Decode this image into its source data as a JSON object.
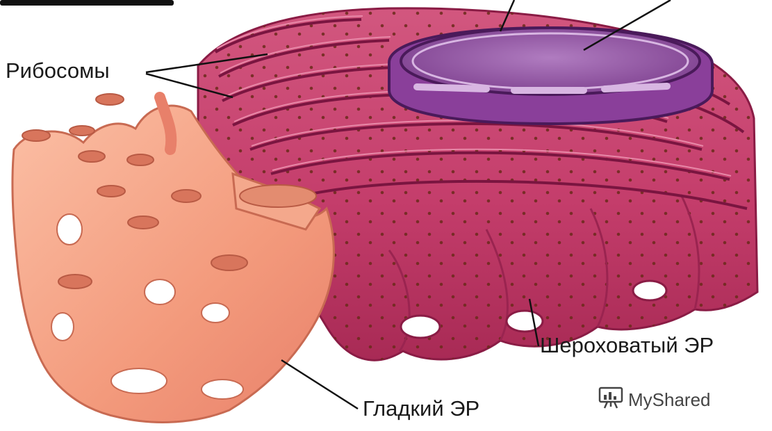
{
  "labels": {
    "ribosomes": "Рибосомы",
    "rough_er": "Шероховатый ЭР",
    "smooth_er": "Гладкий ЭР"
  },
  "watermark": {
    "text": "MyShared",
    "icon": "presentation-board-icon"
  },
  "colors": {
    "rough_er": "#c43d6b",
    "rough_er_dark": "#8a1c45",
    "nucleus": "#9a5fa8",
    "smooth_er": "#f5a58a",
    "ribosome_dots": "#6b2a1a"
  }
}
